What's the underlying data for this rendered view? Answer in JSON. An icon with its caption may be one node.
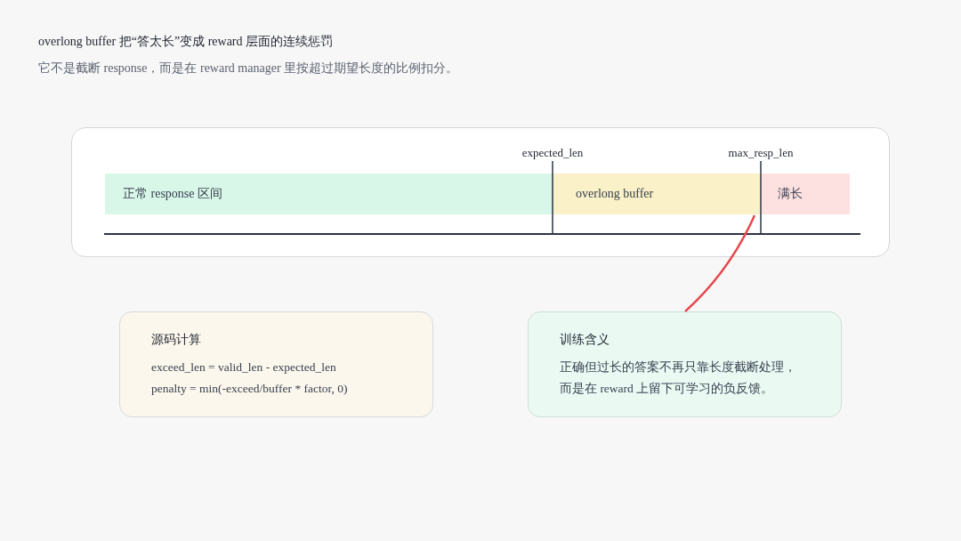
{
  "diagram": {
    "title": "overlong buffer 把“答太长”变成 reward 层面的连续惩罚",
    "nodes": [
      {
        "text": [],
        "shape": "box"
      },
      {
        "text": [
          "正常 response 区间"
        ],
        "in": 0
      },
      {
        "text": [
          "overlong buffer"
        ],
        "in": 0
      },
      {
        "text": [
          "满长"
        ],
        "in": 0
      },
      {
        "text": [
          "源码计算",
          "exceed_len = valid_len - expected_len",
          "penalty = min(-exceed/buffer * factor, 0)"
        ]
      },
      {
        "text": [
          "训练含义",
          "正确但过长的答案不再只靠长度截断处理，而是在 reward 上留下可学习的负反馈。"
        ]
      }
    ],
    "edges": [
      {
        "from": 5,
        "to": 2,
        "arrow": "none",
        "color": "#e5484d"
      }
    ],
    "labels": [
      "它不是截断 response，而是在 reward manager 里按超过期望长度的比例扣分。",
      "expected_len",
      "max_resp_len"
    ]
  }
}
